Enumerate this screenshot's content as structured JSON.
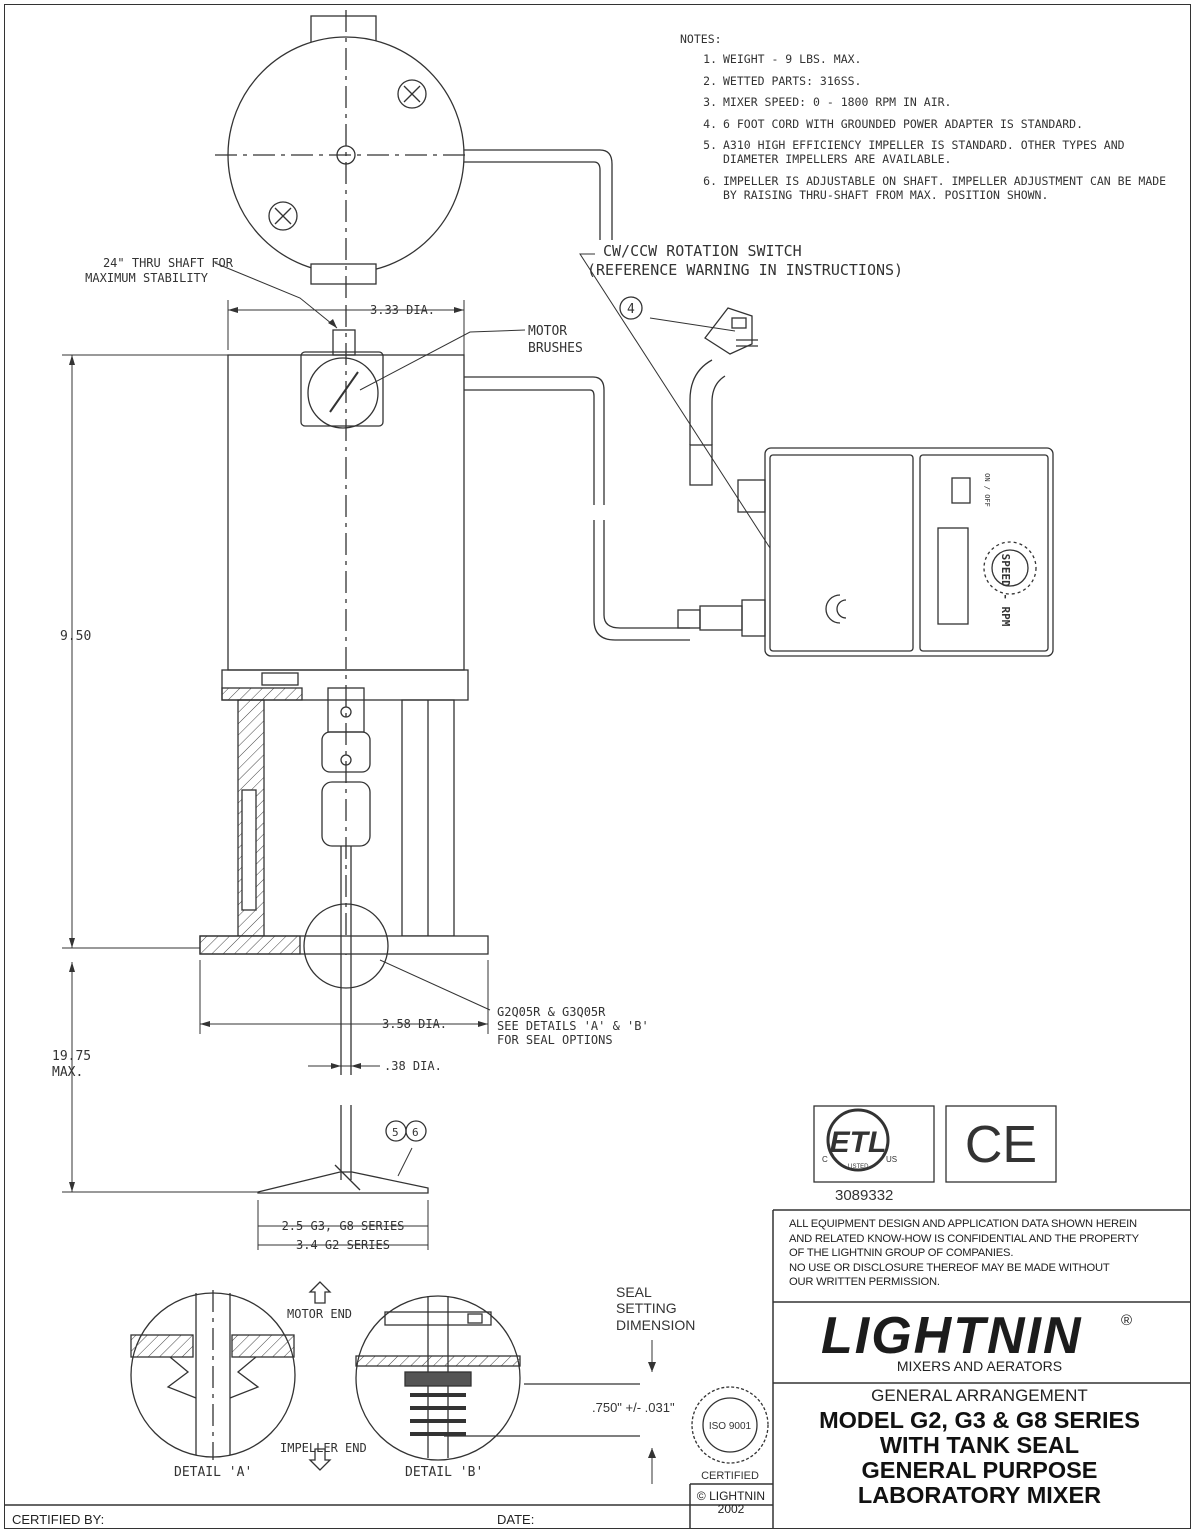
{
  "notes": {
    "header": "NOTES:",
    "items": [
      {
        "num": "1.",
        "text": "WEIGHT - 9 LBS. MAX."
      },
      {
        "num": "2.",
        "text": "WETTED PARTS: 316SS."
      },
      {
        "num": "3.",
        "text": "MIXER SPEED: 0 - 1800 RPM IN AIR."
      },
      {
        "num": "4.",
        "text": "6 FOOT CORD WITH GROUNDED POWER ADAPTER IS STANDARD."
      },
      {
        "num": "5.",
        "text": "A310 HIGH EFFICIENCY IMPELLER IS STANDARD. OTHER TYPES AND DIAMETER IMPELLERS ARE AVAILABLE."
      },
      {
        "num": "6.",
        "text": "IMPELLER IS ADJUSTABLE ON SHAFT. IMPELLER ADJUSTMENT CAN BE MADE BY RAISING THRU-SHAFT FROM MAX. POSITION SHOWN."
      }
    ]
  },
  "callouts": {
    "switch_line1": "CW/CCW ROTATION SWITCH",
    "switch_line2": "(REFERENCE WARNING IN INSTRUCTIONS)",
    "shaft_line1": "24\" THRU SHAFT FOR",
    "shaft_line2": "MAXIMUM STABILITY",
    "brushes_line1": "MOTOR",
    "brushes_line2": "BRUSHES",
    "seal_line1": "G2Q05R & G3Q05R",
    "seal_line2": "SEE DETAILS 'A' & 'B'",
    "seal_line3": "FOR SEAL OPTIONS",
    "note4_bubble": "4",
    "note5_bubble": "5",
    "note6_bubble": "6"
  },
  "dimensions": {
    "motor_dia": "3.33 DIA.",
    "height_950": "9.50",
    "base_dia": "3.58 DIA.",
    "overall_max_line1": "19.75",
    "overall_max_line2": "MAX.",
    "shaft_dia": ".38 DIA.",
    "impeller_g3g8": "2.5 G3, G8 SERIES",
    "impeller_g2": "3.4 G2 SERIES",
    "seal_setting_line1": "SEAL",
    "seal_setting_line2": "SETTING",
    "seal_setting_line3": "DIMENSION",
    "seal_value": ".750\" +/- .031\""
  },
  "details": {
    "motor_end": "MOTOR END",
    "impeller_end": "IMPELLER END",
    "detail_a": "DETAIL 'A'",
    "detail_b": "DETAIL 'B'"
  },
  "controller": {
    "speed_label": "SPEED - RPM",
    "on_off": "ON / OFF"
  },
  "certs": {
    "etl_number": "3089332",
    "etl_text": "ETL",
    "etl_c": "C",
    "etl_us": "US",
    "etl_listed": "LISTED",
    "ce_mark": "CE",
    "iso_text": "ISO 9001",
    "iso_certified": "CERTIFIED"
  },
  "titleblock": {
    "confidential": [
      "ALL EQUIPMENT DESIGN AND APPLICATION DATA SHOWN HEREIN",
      "AND RELATED KNOW-HOW IS CONFIDENTIAL AND THE PROPERTY",
      "OF THE LIGHTNIN GROUP OF COMPANIES.",
      "NO USE OR DISCLOSURE THEREOF MAY BE MADE WITHOUT",
      "OUR WRITTEN PERMISSION."
    ],
    "brand": "LIGHTNIN",
    "registered": "®",
    "brand_sub": "MIXERS AND AERATORS",
    "ga": "GENERAL ARRANGEMENT",
    "model_lines": [
      "MODEL G2, G3 & G8 SERIES",
      "WITH TANK SEAL",
      "GENERAL PURPOSE",
      "LABORATORY MIXER"
    ],
    "certified_by": "CERTIFIED BY:",
    "date": "DATE:",
    "copyright_line1": "© LIGHTNIN",
    "copyright_line2": "2002"
  },
  "colors": {
    "ink": "#333333",
    "paper": "#ffffff"
  }
}
